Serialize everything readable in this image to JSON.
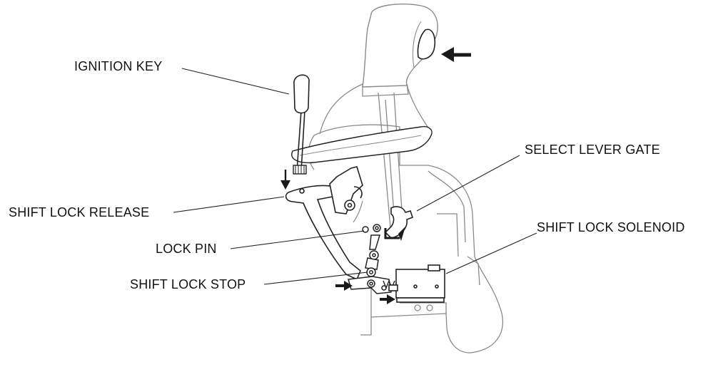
{
  "labels": {
    "ignition_key": "IGNITION KEY",
    "select_lever_gate": "SELECT LEVER GATE",
    "shift_lock_release": "SHIFT LOCK RELEASE",
    "shift_lock_solenoid": "SHIFT LOCK SOLENOID",
    "lock_pin": "LOCK PIN",
    "shift_lock_stop": "SHIFT LOCK STOP"
  },
  "colors": {
    "line": "#222222",
    "faint": "#8a8a8a",
    "fill": "#ffffff",
    "dark": "#1a1a1a"
  }
}
